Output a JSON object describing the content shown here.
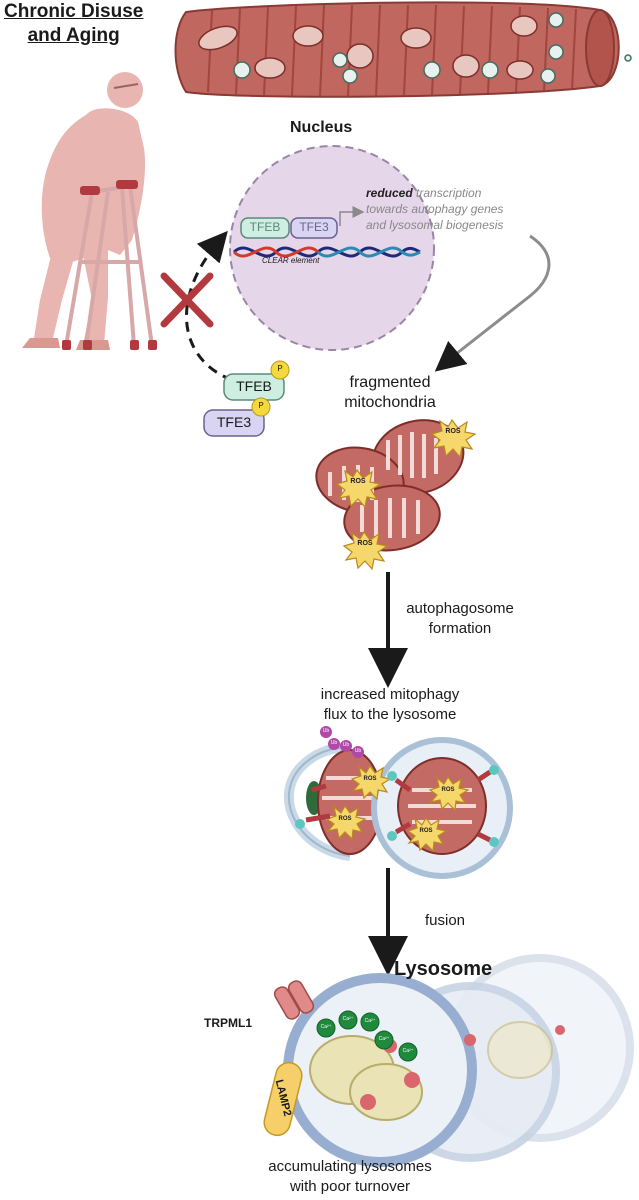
{
  "title": {
    "line1": "Chronic Disuse",
    "line2": "and Aging"
  },
  "nucleus": {
    "label": "Nucleus",
    "tfeb": "TFEB",
    "tfe3": "TFE3",
    "clear_element": "CLEAR element",
    "reduced_bold": "reduced",
    "reduced_rest": " transcription",
    "line2": "towards autophagy genes",
    "line3": "and lysosomal biogenesis"
  },
  "cytoplasm": {
    "tfeb": "TFEB",
    "tfe3": "TFE3",
    "phospho": "P"
  },
  "mito": {
    "fragmented_line1": "fragmented",
    "fragmented_line2": "mitochondria",
    "ros": "ROS"
  },
  "steps": {
    "autophagosome_line1": "autophagosome",
    "autophagosome_line2": "formation",
    "mitophagy_line1": "increased mitophagy",
    "mitophagy_line2": "flux to the lysosome",
    "ub": "Ub",
    "fusion": "fusion"
  },
  "lysosome": {
    "title": "Lysosome",
    "trpml1": "TRPML1",
    "lamp2": "LAMP2",
    "ca": "Ca²⁺",
    "caption_line1": "accumulating lysosomes",
    "caption_line2": "with poor turnover"
  },
  "colors": {
    "muscle": "#c0675f",
    "muscle_dark": "#9a3d37",
    "tfeb": "#cdeee0",
    "tfe3": "#d8d4f2",
    "nucleus": "#e6d6ea",
    "ros": "#f6d76b",
    "lysosome": "#dfe6f2",
    "lamp2": "#f6cf6a",
    "calcium": "#1f8a3c"
  }
}
